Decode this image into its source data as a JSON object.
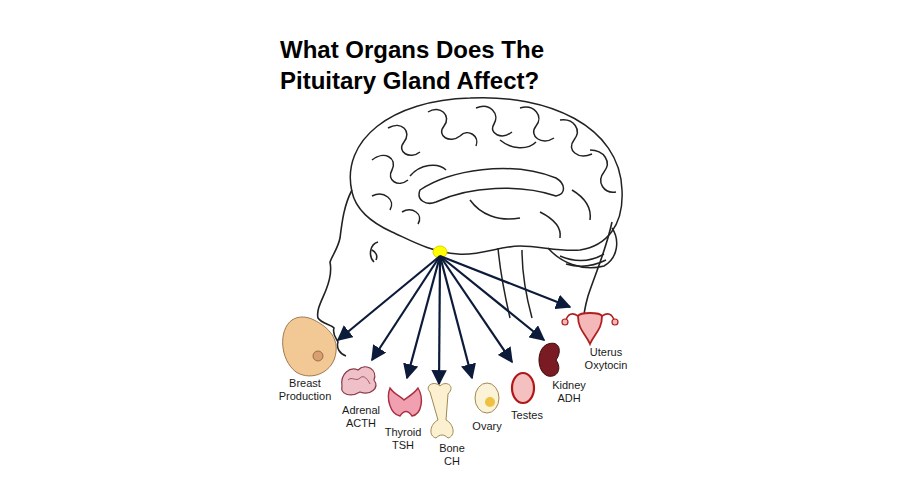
{
  "diagram": {
    "title": "What Organs Does The Pituitary Gland Affect?",
    "labels": [
      "Breast",
      "Production",
      "Adrenal",
      "ACTH",
      "Thyroid",
      "TSH",
      "Bone",
      "CH",
      "Ovary",
      "Testes",
      "Kidney",
      "ADH",
      "Uterus",
      "Oxytocin"
    ]
  }
}
